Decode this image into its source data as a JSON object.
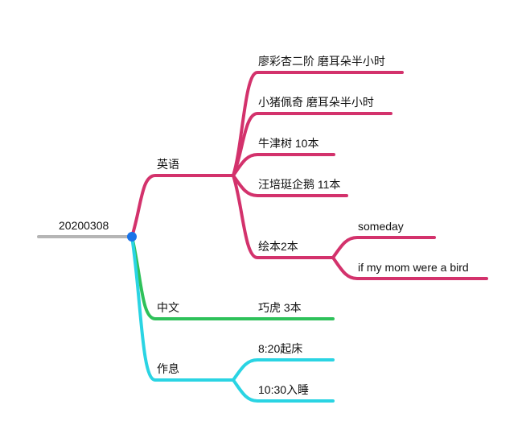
{
  "root": {
    "label": "20200308"
  },
  "colors": {
    "root_line": "#b5b5b5",
    "root_dot": "#1a73e8",
    "english": "#d3326c",
    "chinese": "#2ec15a",
    "routine": "#2ad4e3"
  },
  "branches": {
    "english": {
      "label": "英语",
      "items": [
        {
          "label": "廖彩杏二阶 磨耳朵半小时"
        },
        {
          "label": "小猪佩奇 磨耳朵半小时"
        },
        {
          "label": "牛津树  10本"
        },
        {
          "label": "汪培珽企鹅 11本"
        },
        {
          "label": "绘本2本",
          "children": [
            {
              "label": "someday"
            },
            {
              "label": "if my mom were a bird"
            }
          ]
        }
      ]
    },
    "chinese": {
      "label": "中文",
      "items": [
        {
          "label": "巧虎 3本"
        }
      ]
    },
    "routine": {
      "label": "作息",
      "items": [
        {
          "label": "8:20起床"
        },
        {
          "label": "10:30入睡"
        }
      ]
    }
  }
}
